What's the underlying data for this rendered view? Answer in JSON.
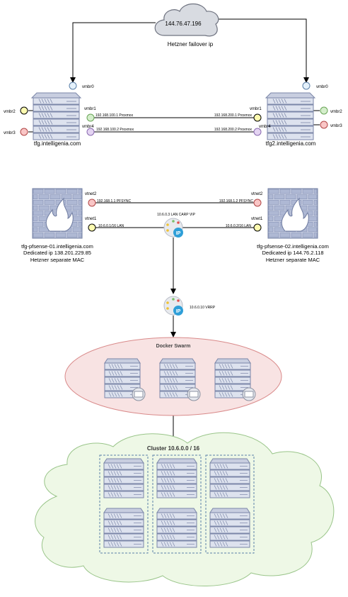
{
  "colors": {
    "server_fill": "#dde2ee",
    "server_stroke": "#7b86a8",
    "firewall_fill": "#c9d0e4",
    "swarm_fill": "#f8e3e3",
    "swarm_stroke": "#d98a8a",
    "cloud_fill": "#eef8e6",
    "cloud_stroke": "#9ac58a",
    "ip_blue": "#2f9fd8",
    "port_white": "#e4f1fb",
    "port_green": "#d4eecb",
    "port_yellow": "#fdfbb0",
    "port_red": "#f9c6c6",
    "port_purple": "#e4d4f2"
  },
  "top_cloud": {
    "ip": "144.76.47.196",
    "caption": "Hetzner failover ip"
  },
  "host1": {
    "name": "tfg.intelligenia.com",
    "vmbr0": "vmbr0",
    "vmbr1": "vmbr1",
    "vmbr2": "vmbr2",
    "vmbr3": "vmbr3",
    "vmbr4": "vmbr4",
    "ip1": "192.168.100.1 Proxmox",
    "ip2": "192.168.100.2 Proxmox"
  },
  "host2": {
    "name": "tfg2.intelligenia.com",
    "vmbr0": "vmbr0",
    "vmbr1": "vmbr1",
    "vmbr2": "vmbr2",
    "vmbr3": "vmbr3",
    "vmbr4": "vmbr4",
    "ip1": "192.168.200.1 Proxmox",
    "ip2": "192.168.200.2 Proxmox"
  },
  "fw1": {
    "vtnet2": "vtnet2",
    "vtnet1": "vtnet1",
    "pfsync": "192.168.1.1 PFSYNC",
    "lan": "10.6.0.1/16 LAN",
    "name": "tfg-pfsense-01.intelligenia.com",
    "ip_line": "Dedicated ip 138.201.229.85",
    "mac_line": "Hetzner separate MAC"
  },
  "fw2": {
    "vtnet2": "vtnet2",
    "vtnet1": "vtnet1",
    "pfsync": "192.168.1.2 PFSYNC",
    "lan": "10.6.0.2/16 LAN",
    "name": "tfg-pfsense-02.intelligenia.com",
    "ip_line": "Dedicated ip 144.76.2.118",
    "mac_line": "Hetzner separate MAC"
  },
  "carp": {
    "label": "10.6.0.3  LAN CARP VIP",
    "badge": "IP"
  },
  "vrrp": {
    "label": "10.6.0.10 VRRP",
    "badge": "IP"
  },
  "swarm": {
    "title": "Docker Swarm"
  },
  "cluster": {
    "title": "Cluster  10.6.0.0 / 16"
  }
}
